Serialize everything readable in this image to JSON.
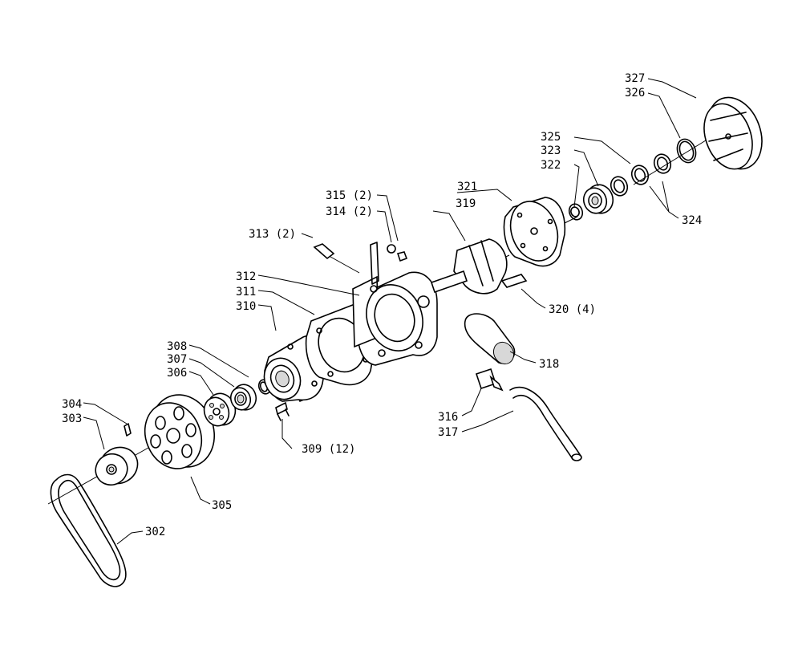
{
  "callouts": {
    "p302": "302",
    "p303": "303",
    "p304": "304",
    "p305": "305",
    "p306": "306",
    "p307": "307",
    "p308": "308",
    "p309": "309 (12)",
    "p310": "310",
    "p311": "311",
    "p312": "312",
    "p313": "313 (2)",
    "p314": "314 (2)",
    "p315": "315 (2)",
    "p316": "316",
    "p317": "317",
    "p318": "318",
    "p319": "319",
    "p320": "320 (4)",
    "p321": "321",
    "p322": "322",
    "p323": "323",
    "p324": "324",
    "p325": "325",
    "p326": "326",
    "p327": "327"
  }
}
